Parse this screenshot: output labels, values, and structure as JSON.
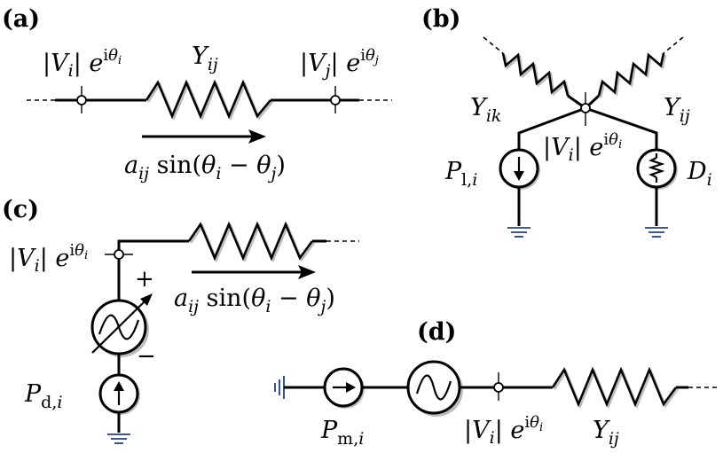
{
  "panels": {
    "a": "(a)",
    "b": "(b)",
    "c": "(c)",
    "d": "(d)"
  },
  "panel_a": {
    "left_voltage": "|V_i| e^{iθ_i}",
    "right_voltage": "|V_j| e^{iθ_j}",
    "admittance": "Y_ij",
    "flow": "a_ij sin(θ_i − θ_j)"
  },
  "panel_b": {
    "left_admittance": "Y_ik",
    "right_admittance": "Y_ij",
    "voltage": "|V_i| e^{iθ_i}",
    "load": "P_l,i",
    "damping": "D_i"
  },
  "panel_c": {
    "voltage": "|V_i| e^{iθ_i}",
    "plus": "+",
    "minus": "−",
    "flow": "a_ij sin(θ_i − θ_j)",
    "power": "P_d,i"
  },
  "panel_d": {
    "power": "P_m,i",
    "voltage": "|V_i| e^{iθ_i}",
    "admittance": "Y_ij"
  }
}
